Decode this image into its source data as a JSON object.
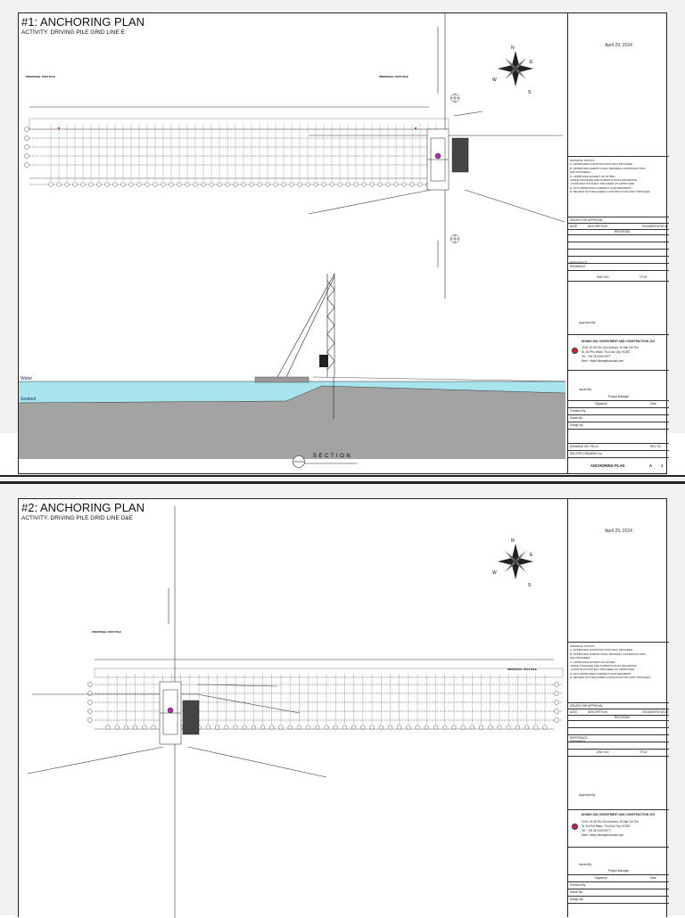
{
  "sheets": [
    {
      "title": "#1:  ANCHORING PLAN",
      "activity": "ACTIVITY: DRIVING PILE GRID LINE E",
      "date": "April 29, 2024",
      "proposal_left": "PROPOSAL TEST PILE",
      "proposal_right": "PROPOSAL TEST PILE",
      "section_label": "SECTION",
      "water_label": "Water",
      "seabed_label": "Seabed",
      "footer_title": "ANCHORING PLAN",
      "footer_rev": "A",
      "footer_num": "1"
    },
    {
      "title": "#2:  ANCHORING PLAN",
      "activity": "ACTIVITY: DRIVING PILE GRID LINE D&E",
      "date": "April 29, 2024",
      "proposal_left": "PROPOSAL TEST PILE",
      "proposal_right": "PROPOSAL TEST PILE"
    }
  ],
  "panel": {
    "status_lines": [
      "DRAWING STATUS",
      "A: APPROVED-CONSTRUCTION MAY PROCEED",
      "B: APPROVED-SUBMIT FINAL DRAWING-CONSTRUCTION",
      "MAY PROCEED",
      "C: APPROVED EXCEPT AS NOTED",
      "   -MAKE CHANGES AND SUBMITS FINAL DRAWINGS",
      "   -CONSTRUCTION MAY PROCEED AS APPROVED",
      "D: NOT APPROVED-CORRECT AND RESUBMIT",
      "E: REVIEW NOT REQUIRED-CONSTRUCTION MAY PROCEED"
    ],
    "issue_label": "ISSUED FOR APPROVAL",
    "date_col": "DATE",
    "desc_col": "DESCRIPTION",
    "eng_col": "ENGINEER",
    "status_col": "STATUS",
    "revision_label": "REVISIONS",
    "reference_label": "REFERENCE DRAWINGS",
    "dwg_no": "DWG NO.",
    "title_col": "TITLE",
    "approved_by": "Approved By:",
    "company": "KHANG DUC INVESTMENT AND CONSTRUCTION JCS",
    "addr1": "CIVIL-IS-08 Thu Son Avenue, DI Mai Chi Tho",
    "addr2": "St, An Phu Ward, Thu Duc City, HCMC",
    "tel": "Tel      : +84 28 2200 5977",
    "web": "Web      : https://khangducconst.com",
    "issued_by": "Issued By:",
    "project_manager": "Project Manager",
    "signature": "Signature",
    "date": "Date",
    "checked_by": "Checked By:",
    "drawn_by": "Drawn By:",
    "designed_by": "Design By:",
    "drawing_no": "DRAWING NO: PB-16",
    "rev": "REV: 00",
    "related": "RELATED DRAWING No."
  },
  "colors": {
    "water": "#a8e4ec",
    "seabed": "#a3a3a3",
    "logo": "#d22222"
  }
}
